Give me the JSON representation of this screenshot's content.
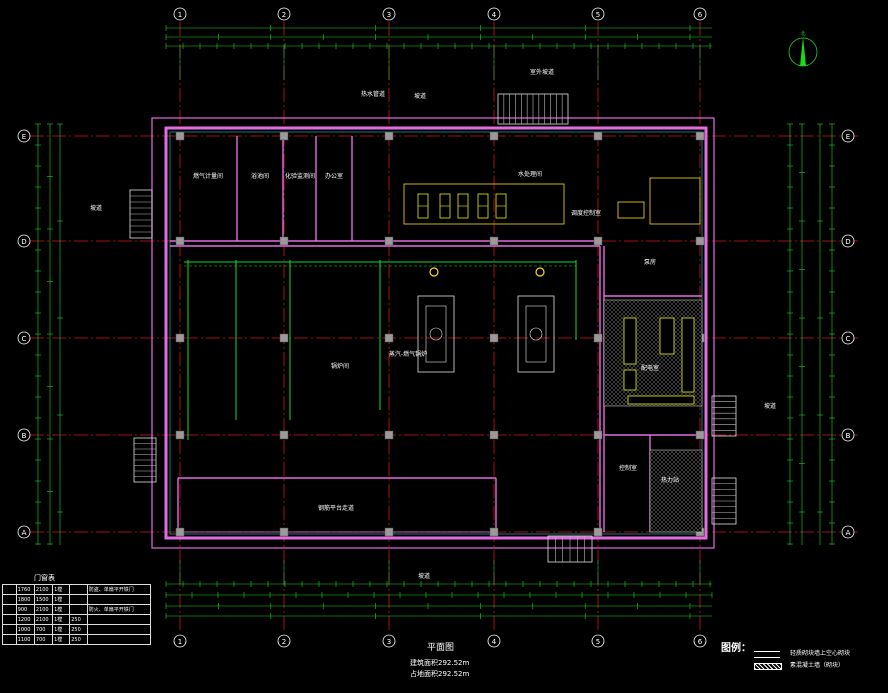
{
  "colors": {
    "background": "#000000",
    "axis": "#ffffff",
    "grid": "#d4141a",
    "dimension": "#19d91b",
    "wall": "#e36ce0",
    "column": "#9a9a9a",
    "annotation": "#ffe100",
    "furniture": "#d9d9d9",
    "equipment": "#e8f000",
    "table_border": "#dddddd"
  },
  "axes": {
    "columns": [
      "1",
      "2",
      "3",
      "4",
      "5",
      "6"
    ],
    "rows": [
      "E",
      "D",
      "C",
      "B",
      "A"
    ]
  },
  "rooms": [
    {
      "id": "room-gas-meter",
      "label": "燃气计量间"
    },
    {
      "id": "room-bath",
      "label": "浴池间"
    },
    {
      "id": "room-chem-lab",
      "label": "化验监测间"
    },
    {
      "id": "room-office",
      "label": "办公室"
    },
    {
      "id": "room-water-treat",
      "label": "水处理间"
    },
    {
      "id": "room-boiler",
      "label": "锅炉间"
    },
    {
      "id": "room-dispatch",
      "label": "调度控制室"
    },
    {
      "id": "room-pump",
      "label": "泵房"
    },
    {
      "id": "room-control",
      "label": "控制室"
    },
    {
      "id": "room-distribution",
      "label": "配电室"
    },
    {
      "id": "room-hvac",
      "label": "热力站"
    },
    {
      "id": "room-corridor",
      "label": "钢筋平台走道"
    }
  ],
  "annotations": {
    "stair_top": "坡道",
    "stair_left": "坡道",
    "stair_right": "坡道",
    "stair_bottom": "坡道",
    "entrance": "热水管道",
    "heat_source": "蒸汽-燃气锅炉",
    "ramp_label": "室外坡道"
  },
  "door_table": {
    "title": "门窗表",
    "rows": [
      [
        "",
        "1760",
        "2100",
        "1樘",
        "",
        "防盗、单扇平开铁门"
      ],
      [
        "",
        "1800",
        "1500",
        "1樘",
        "",
        ""
      ],
      [
        "",
        "900",
        "2100",
        "1樘",
        "",
        "防火、单扇平开铁门"
      ],
      [
        "",
        "1200",
        "2100",
        "1樘",
        "250",
        ""
      ],
      [
        "",
        "1000",
        "700",
        "1樘",
        "250",
        ""
      ],
      [
        "",
        "1100",
        "700",
        "1樘",
        "250",
        ""
      ]
    ]
  },
  "plan": {
    "title": "平面图",
    "area_building": "建筑面积292.52m",
    "area_use": "占地面积292.52m"
  },
  "legend": {
    "title": "图例：",
    "items": [
      {
        "label": "轻质砌块墙上空心砌块",
        "swatch": "#ffffff"
      },
      {
        "label": "素混凝土墙（砌块）",
        "swatch": "#ffffff"
      }
    ]
  },
  "compass": {
    "label": "北"
  }
}
